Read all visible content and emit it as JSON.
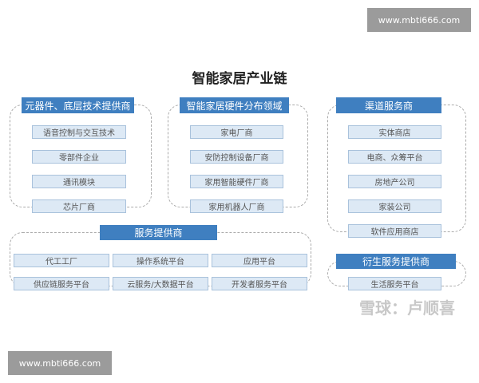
{
  "watermark": {
    "top": "www.mbti666.com",
    "bottom": "www.mbti666.com",
    "signature": "雪球：卢顺喜"
  },
  "title": "智能家居产业链",
  "groups": [
    {
      "header": "元器件、底层技术提供商",
      "items": [
        "语音控制与交互技术",
        "零部件企业",
        "通讯模块",
        "芯片厂商"
      ]
    },
    {
      "header": "智能家居硬件分布领域",
      "items": [
        "家电厂商",
        "安防控制设备厂商",
        "家用智能硬件厂商",
        "家用机器人厂商"
      ]
    },
    {
      "header": "渠道服务商",
      "items": [
        "实体商店",
        "电商、众筹平台",
        "房地产公司",
        "家装公司",
        "软件应用商店"
      ]
    },
    {
      "header": "服务提供商",
      "items": [
        "代工工厂",
        "操作系统平台",
        "应用平台",
        "供应链服务平台",
        "云服务/大数据平台",
        "开发者服务平台"
      ]
    },
    {
      "header": "衍生服务提供商",
      "items": [
        "生活服务平台"
      ]
    }
  ],
  "colors": {
    "header": "#3f7fc0",
    "item": "#dde9f5"
  }
}
